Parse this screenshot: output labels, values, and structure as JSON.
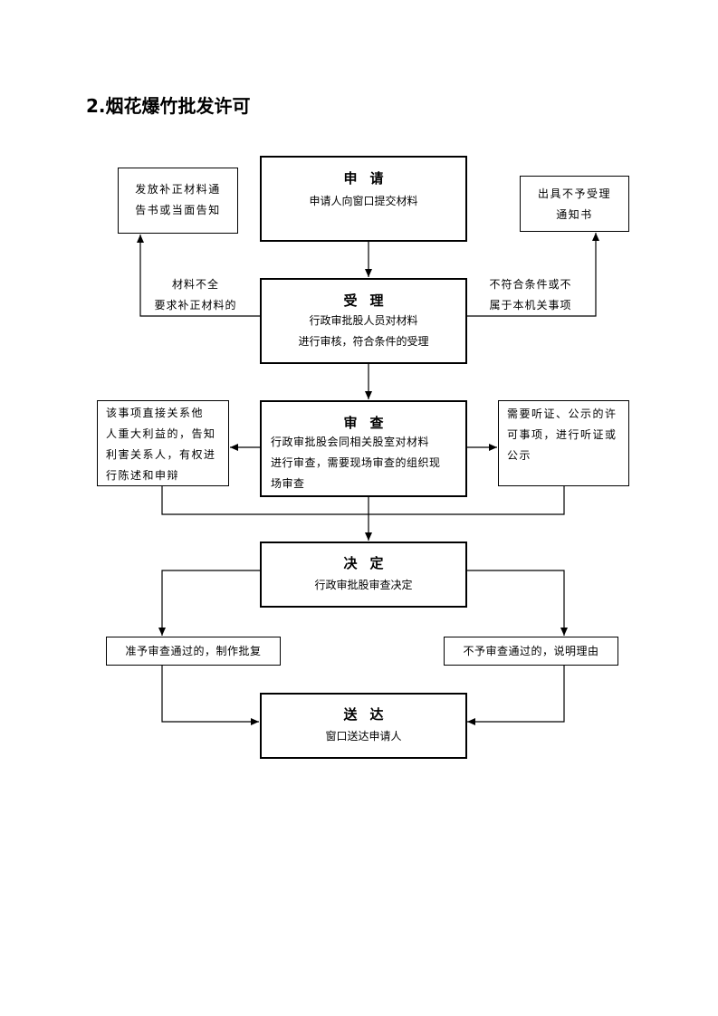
{
  "title": "2.烟花爆竹批发许可",
  "nodes": {
    "apply": {
      "heading": "申请",
      "text": "申请人向窗口提交材料"
    },
    "accept": {
      "heading": "受理",
      "text": "行政审批股人员对材料\n进行审核，符合条件的受理"
    },
    "review": {
      "heading": "审查",
      "text": "行政审批股会同相关股室对材料\n进行审查，需要现场审查的组织现\n场审查"
    },
    "decide": {
      "heading": "决定",
      "text": "行政审批股审查决定"
    },
    "deliver": {
      "heading": "送达",
      "text": "窗口送达申请人"
    },
    "supplement_notice": {
      "text": "发放补正材料通\n告书或当面告知"
    },
    "reject_notice": {
      "text": "出具不予受理\n通知书"
    },
    "stakeholder": {
      "text": "该事项直接关系他\n人重大利益的，告知\n利害关系人，有权进\n行陈述和申辩"
    },
    "hearing": {
      "text": "需要听证、公示的许\n可事项，进行听证或\n公示"
    },
    "approve": {
      "text": "准予审查通过的，制作批复"
    },
    "deny": {
      "text": "不予审查通过的，说明理由"
    }
  },
  "edge_labels": {
    "incomplete": "材料不全\n要求补正材料的",
    "not_qualified": "不符合条件或不\n属于本机关事项"
  }
}
